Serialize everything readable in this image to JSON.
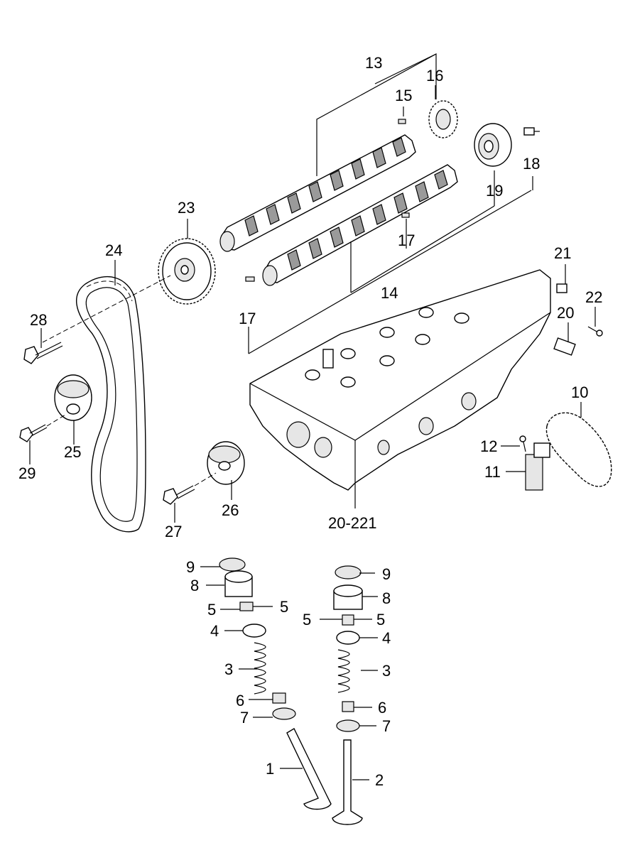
{
  "labels": {
    "l1": "1",
    "l2": "2",
    "l3a": "3",
    "l3b": "3",
    "l4a": "4",
    "l4b": "4",
    "l5a": "5",
    "l5b": "5",
    "l5c": "5",
    "l5d": "5",
    "l6a": "6",
    "l6b": "6",
    "l7a": "7",
    "l7b": "7",
    "l8a": "8",
    "l8b": "8",
    "l9a": "9",
    "l9b": "9",
    "l10": "10",
    "l11": "11",
    "l12": "12",
    "l13": "13",
    "l14": "14",
    "l15": "15",
    "l16": "16",
    "l17a": "17",
    "l17b": "17",
    "l18": "18",
    "l19": "19",
    "l20": "20",
    "l21": "21",
    "l22": "22",
    "l23": "23",
    "l24": "24",
    "l25": "25",
    "l26": "26",
    "l27": "27",
    "l28": "28",
    "l29": "29",
    "ref": "20-221"
  }
}
